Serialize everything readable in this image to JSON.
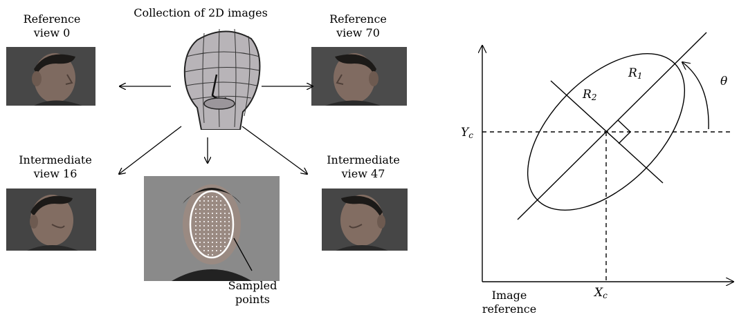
{
  "left_panel": {
    "title": "Collection of 2D images",
    "views": {
      "reference_0": [
        "Reference",
        "view 0"
      ],
      "reference_70": [
        "Reference",
        "view 70"
      ],
      "intermediate_16": [
        "Intermediate",
        "view 16"
      ],
      "intermediate_47": [
        "Intermediate",
        "view 47"
      ]
    },
    "sampled_points": [
      "Sampled",
      "points"
    ]
  },
  "right_panel": {
    "labels": {
      "r1_main": "R",
      "r1_sub": "1",
      "r2_main": "R",
      "r2_sub": "2",
      "theta": "θ",
      "yc_main": "Y",
      "yc_sub": "c",
      "xc_main": "X",
      "xc_sub": "c"
    },
    "image_reference": [
      "Image",
      "reference"
    ]
  },
  "colors": {
    "photo_background": "#4a4a4a",
    "skin": "#8a7468",
    "hair": "#1c1a18",
    "sampling_ellipse": "#ffffff"
  }
}
